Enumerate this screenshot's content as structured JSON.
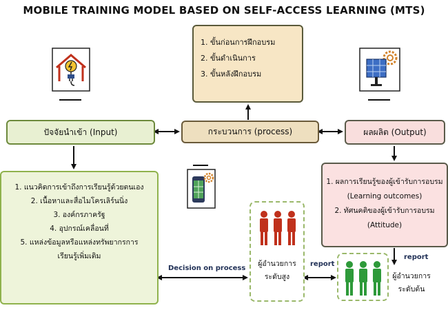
{
  "title": "MOBILE TRAINING MODEL BASED ON SELF-ACCESS LEARNING (MTS)",
  "steps": [
    "1. ขั้นก่อนการฝึกอบรม",
    "2. ขั้นดำเนินการ",
    "3. ขั้นหลังฝึกอบรม"
  ],
  "input_label": "ปัจจัยนำเข้า (Input)",
  "process_label": "กระบวนการ (process)",
  "output_label": "ผลผลิต (Output)",
  "inputs": [
    "1. แนวคิดการเข้าถึงการเรียนรู้ด้วยตนเอง",
    "2. เนื้อหาและสื่อไมโครเลิร์นนิ่ง",
    "3. องค์กรภาครัฐ",
    "4. อุปกรณ์เคลื่อนที่",
    "5. แหล่งข้อมูลหรือแหล่งทรัพยากรการ",
    "เรียนรู้เพิ่มเติม"
  ],
  "outputs": [
    "1. ผลการเรียนรู้ของผู้เข้ารับการอบรม",
    "(Learning outcomes)",
    "2. ทัศนคติของผู้เข้ารับการอบรม",
    "(Attitude)"
  ],
  "decision_label": "Decision on process",
  "report_label_1": "report",
  "report_label_2": "report",
  "high_admin": [
    "ผู้อำนวยการ",
    "ระดับสูง"
  ],
  "low_admin": [
    "ผู้อำนวยการ",
    "ระดับต้น"
  ],
  "colors": {
    "red_people": "#c0311c",
    "green_people": "#2e9a3a",
    "frame_green": "#6d8a3c"
  },
  "icons": [
    "building-power-icon",
    "phone-gear-icon",
    "solar-panel-gear-icon"
  ]
}
